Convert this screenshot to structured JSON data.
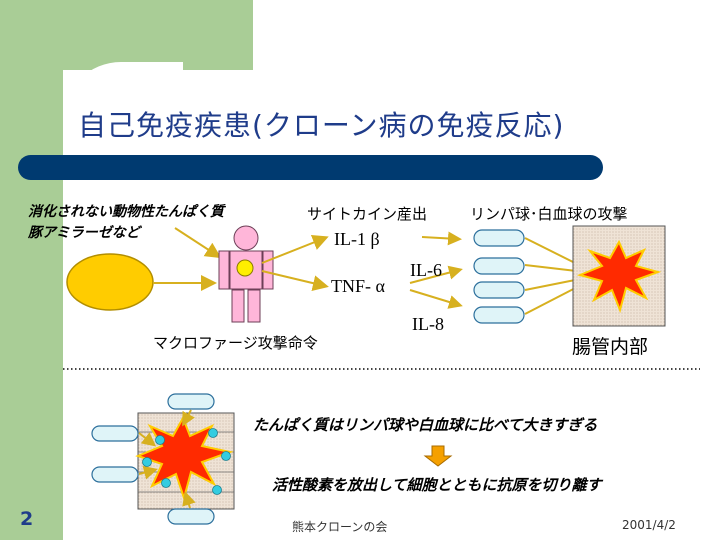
{
  "slide": {
    "title": "自己免疫疾患(クローン病の免疫反応)",
    "number": "2",
    "footer_center": "熊本クローンの会",
    "footer_date": "2001/4/2"
  },
  "diagram": {
    "antigen_line1": "消化されない動物性たんぱく質",
    "antigen_line2": "豚アミラーゼなど",
    "cytokine_header": "サイトカイン産出",
    "lymph_header": "リンパ球･白血球の攻撃",
    "il1": "IL-1 β",
    "tnf": "TNF- α",
    "il6": "IL-6",
    "il8": "IL-8",
    "macrophage_label": "マクロファージ攻撃命令",
    "intestine_label": "腸管内部",
    "note1": "たんぱく質はリンパ球や白血球に比べて大きすぎる",
    "note2": "活性酸素を放出して細胞とともに抗原を切り離す"
  },
  "colors": {
    "title": "#1f3c8a",
    "band": "#003a70",
    "sidebar": "#a9cd96",
    "antigen": "#ffcc00",
    "macrophage": "#ffb6d9",
    "arrow": "#d7b01f",
    "lymph_cell": "#dff4f8",
    "explosion": "#ff2a00",
    "dot": "#33cce0",
    "down_arrow": "#f5a000"
  }
}
